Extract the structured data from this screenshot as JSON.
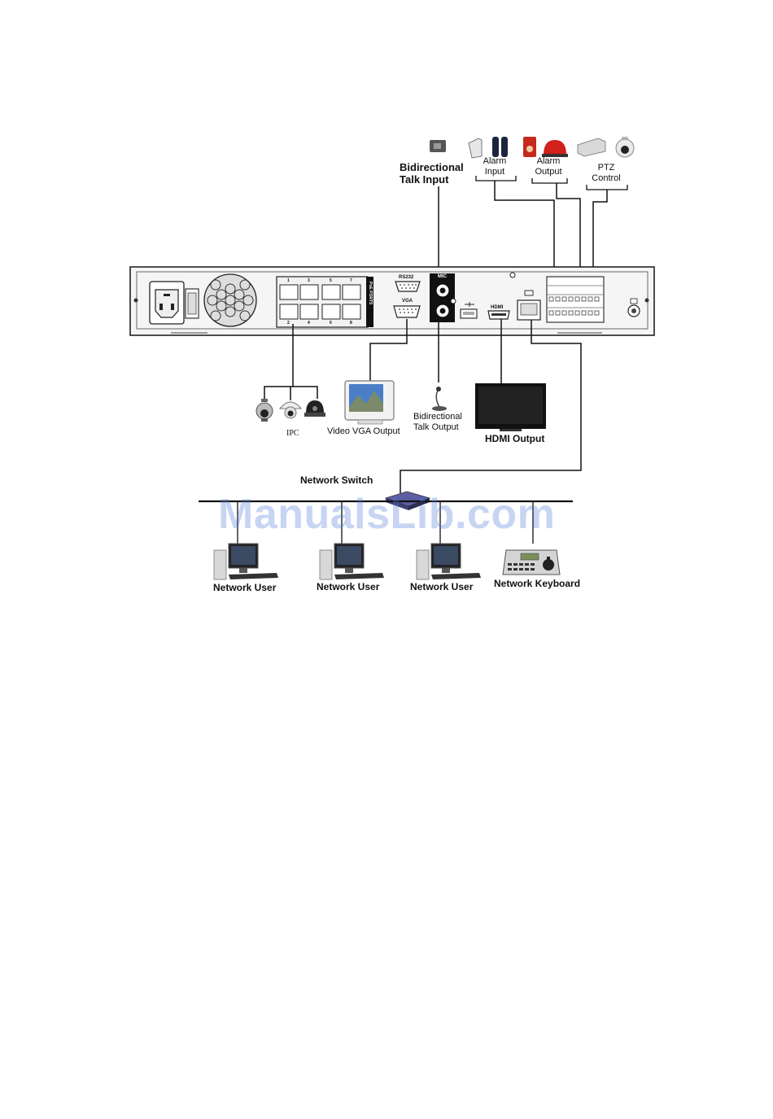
{
  "diagram": {
    "labels": {
      "bidirectional_talk_input": "Bidirectional\nTalk Input",
      "alarm_input": "Alarm\nInput",
      "alarm_output": "Alarm\nOutput",
      "ptz_control": "PTZ\nControl",
      "ipc": "IPC",
      "video_vga_output": "Video VGA Output",
      "bidirectional_talk_output": "Bidirectional\nTalk Output",
      "hdmi_output": "HDMI Output",
      "network_switch": "Network Switch",
      "network_user_1": "Network User",
      "network_user_2": "Network User",
      "network_user_3": "Network User",
      "network_keyboard": "Network Keyboard"
    },
    "panel_text": {
      "rs232": "RS232",
      "vga": "VGA",
      "mic": "MIC",
      "hdmi": "HDMI",
      "poe_ports": "PoE PORTS",
      "poe_numbers_top": [
        "1",
        "3",
        "5",
        "7"
      ],
      "poe_numbers_bottom": [
        "2",
        "4",
        "6",
        "8"
      ]
    },
    "watermark": "ManualsLib.com"
  },
  "colors": {
    "line": "#111111",
    "panel_fill": "#f4f4f4",
    "watermark": "#4a78d6"
  }
}
